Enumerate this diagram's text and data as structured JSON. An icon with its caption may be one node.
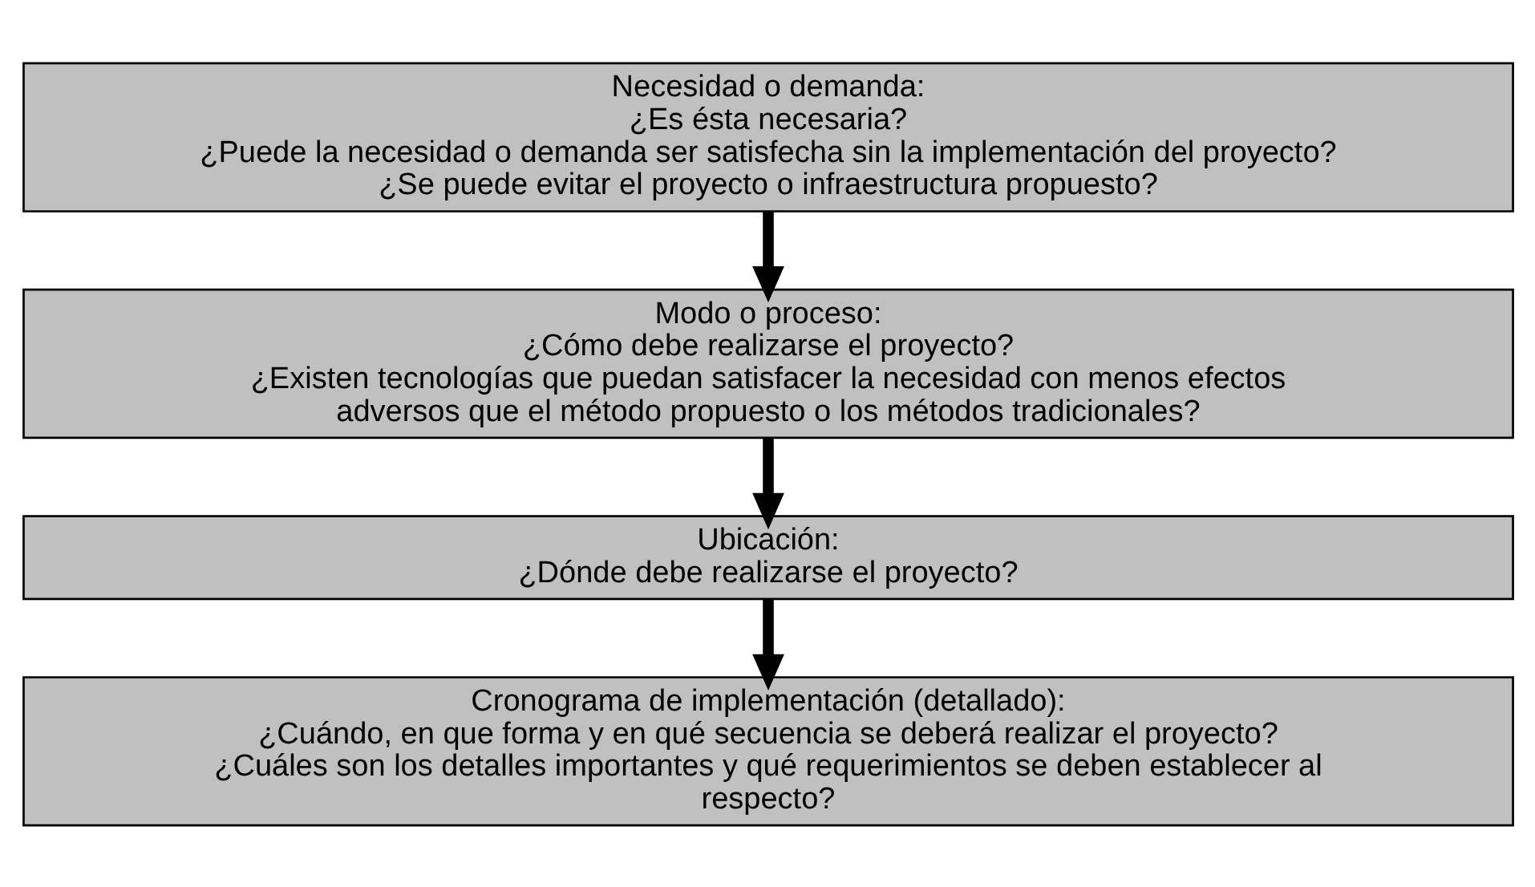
{
  "diagram": {
    "nodes": [
      {
        "text": [
          "Necesidad o demanda:",
          "¿Es ésta necesaria?",
          "¿Puede la necesidad o demanda ser satisfecha sin la implementación del proyecto?",
          "¿Se puede evitar el proyecto o infraestructura propuesto?"
        ]
      },
      {
        "text": [
          "Modo o proceso:",
          "¿Cómo debe realizarse el proyecto?",
          "¿Existen tecnologías que puedan satisfacer la necesidad con menos efectos adversos que el método propuesto o los métodos tradicionales?"
        ]
      },
      {
        "text": [
          "Ubicación:",
          "¿Dónde debe realizarse el proyecto?"
        ]
      },
      {
        "text": [
          "Cronograma de implementación (detallado):",
          "¿Cuándo, en que forma y en qué secuencia se deberá realizar el proyecto?",
          "¿Cuáles son los detalles importantes y qué requerimientos se deben establecer al respecto?"
        ]
      }
    ],
    "edges": [
      {
        "from": 0,
        "to": 1,
        "arrow": "to"
      },
      {
        "from": 1,
        "to": 2,
        "arrow": "to"
      },
      {
        "from": 2,
        "to": 3,
        "arrow": "to"
      }
    ]
  }
}
